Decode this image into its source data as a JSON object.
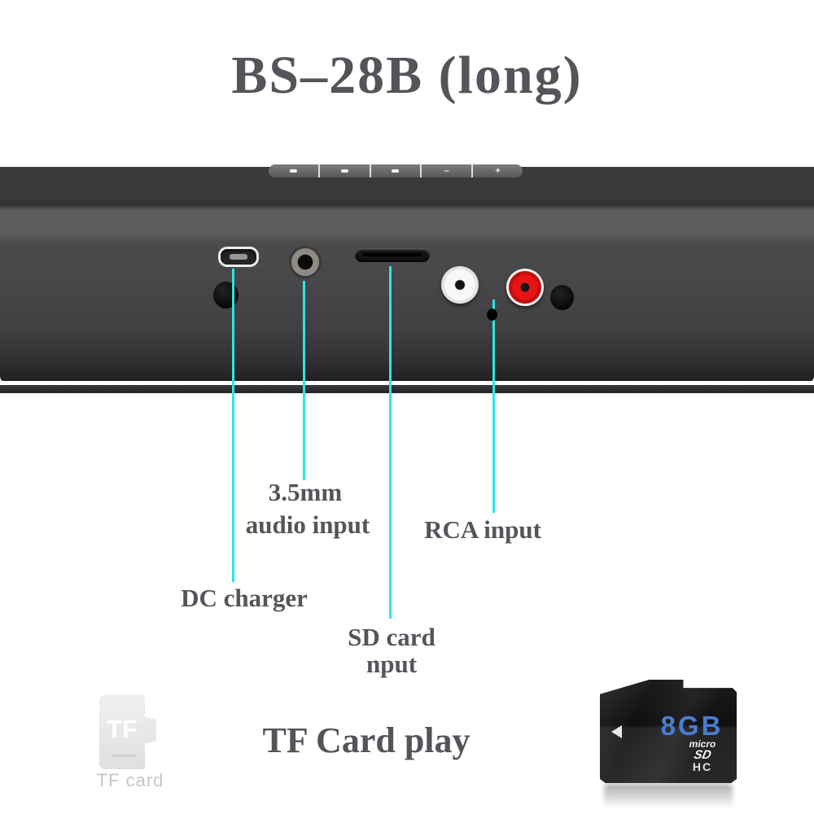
{
  "title": "BS–28B (long)",
  "colors": {
    "accent_cyan": "#2ee4e4",
    "label_text": "#54555a",
    "rca_red": "#e81414",
    "capacity_blue": "#4a7dd0"
  },
  "soundbar": {
    "buttons": [
      {
        "name": "phone-button",
        "icon": "phone-icon",
        "glyph": ""
      },
      {
        "name": "mode-button",
        "icon": "mode-icon",
        "glyph": ""
      },
      {
        "name": "play-pause-button",
        "icon": "play-pause-icon",
        "glyph": ""
      },
      {
        "name": "volume-down-button",
        "icon": "minus-icon",
        "glyph": "–"
      },
      {
        "name": "volume-up-button",
        "icon": "plus-icon",
        "glyph": "+"
      }
    ],
    "ports": [
      "micro-usb-port",
      "aux-3.5mm-jack",
      "sd-card-slot",
      "rca-white-jack",
      "rca-red-jack",
      "screw-left",
      "screw-right",
      "pinhole"
    ]
  },
  "callouts": {
    "dc": {
      "label": "DC charger"
    },
    "aux": {
      "line1": "3.5mm",
      "line2": "audio input"
    },
    "sd": {
      "line1": "SD card",
      "line2": "nput"
    },
    "rca": {
      "label": "RCA input"
    }
  },
  "tf_section": {
    "icon_text": "TF",
    "icon_caption": "TF card",
    "heading": "TF Card play",
    "card": {
      "capacity": "8GB",
      "brand_line1": "micro",
      "brand_line2": "SD",
      "brand_line3": "HC"
    }
  }
}
